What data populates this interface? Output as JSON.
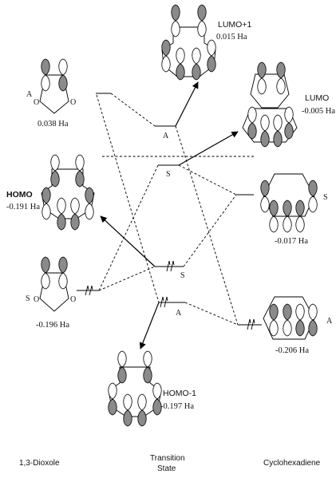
{
  "columns": {
    "left": "1,3-Dioxole",
    "middle_line1": "Transition",
    "middle_line2": "State",
    "right": "Cyclohexadiene"
  },
  "levels": {
    "dioxole_A": {
      "symmetry": "A",
      "energy": "0.038 Ha"
    },
    "dioxole_S": {
      "symmetry": "S",
      "energy": "-0.196 Ha"
    },
    "ts_A_high": {
      "symmetry": "A"
    },
    "ts_S_high": {
      "symmetry": "S"
    },
    "ts_S_low": {
      "symmetry": "S"
    },
    "ts_A_low": {
      "symmetry": "A"
    },
    "hexadiene_S": {
      "symmetry": "S",
      "energy": "-0.017 Ha"
    },
    "hexadiene_A": {
      "symmetry": "A",
      "energy": "-0.206 Ha"
    }
  },
  "orbitals": {
    "lumo1": {
      "name": "LUMO+1",
      "energy": "0.015 Ha"
    },
    "lumo": {
      "name": "LUMO",
      "energy": "-0.005 Ha"
    },
    "homo": {
      "name": "HOMO",
      "energy": "-0.191 Ha"
    },
    "homo1": {
      "name": "HOMO-1",
      "energy": "-0.197 Ha"
    }
  }
}
